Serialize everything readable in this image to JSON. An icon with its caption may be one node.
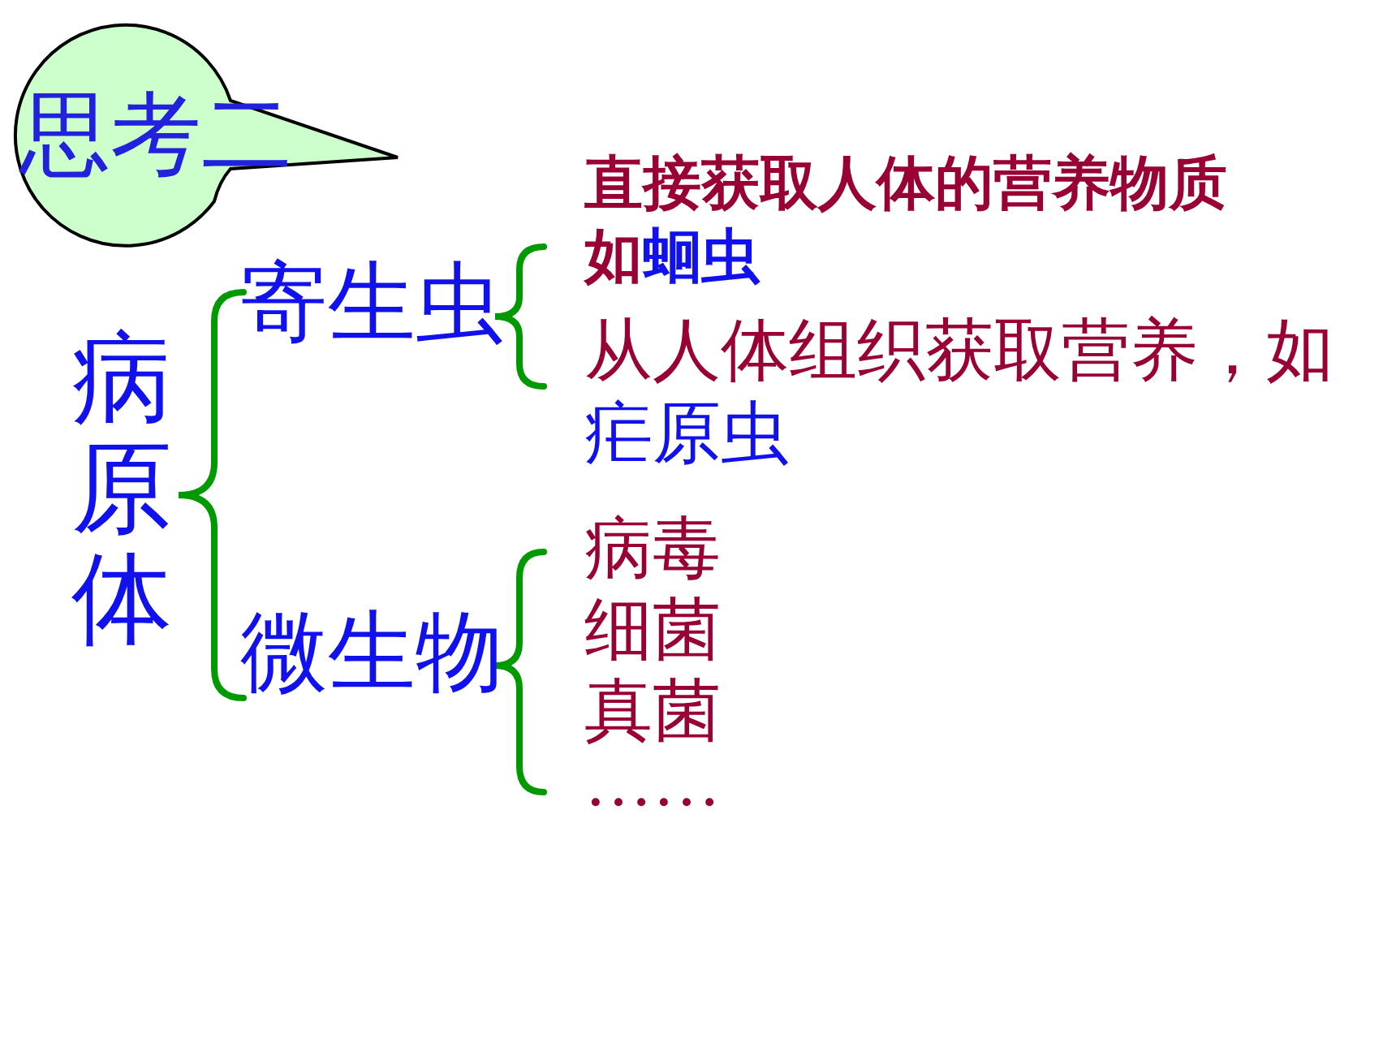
{
  "diagram": {
    "nodes": [
      {
        "text": [
          "思考二"
        ]
      }
    ],
    "labels": [
      "病原体",
      "寄生虫",
      "微生物",
      "直接获取人体的营养物质",
      "如",
      "蛔虫",
      "从人体组织获取营养，如",
      "疟原虫",
      "病毒",
      "细菌",
      "真菌",
      "……"
    ]
  }
}
